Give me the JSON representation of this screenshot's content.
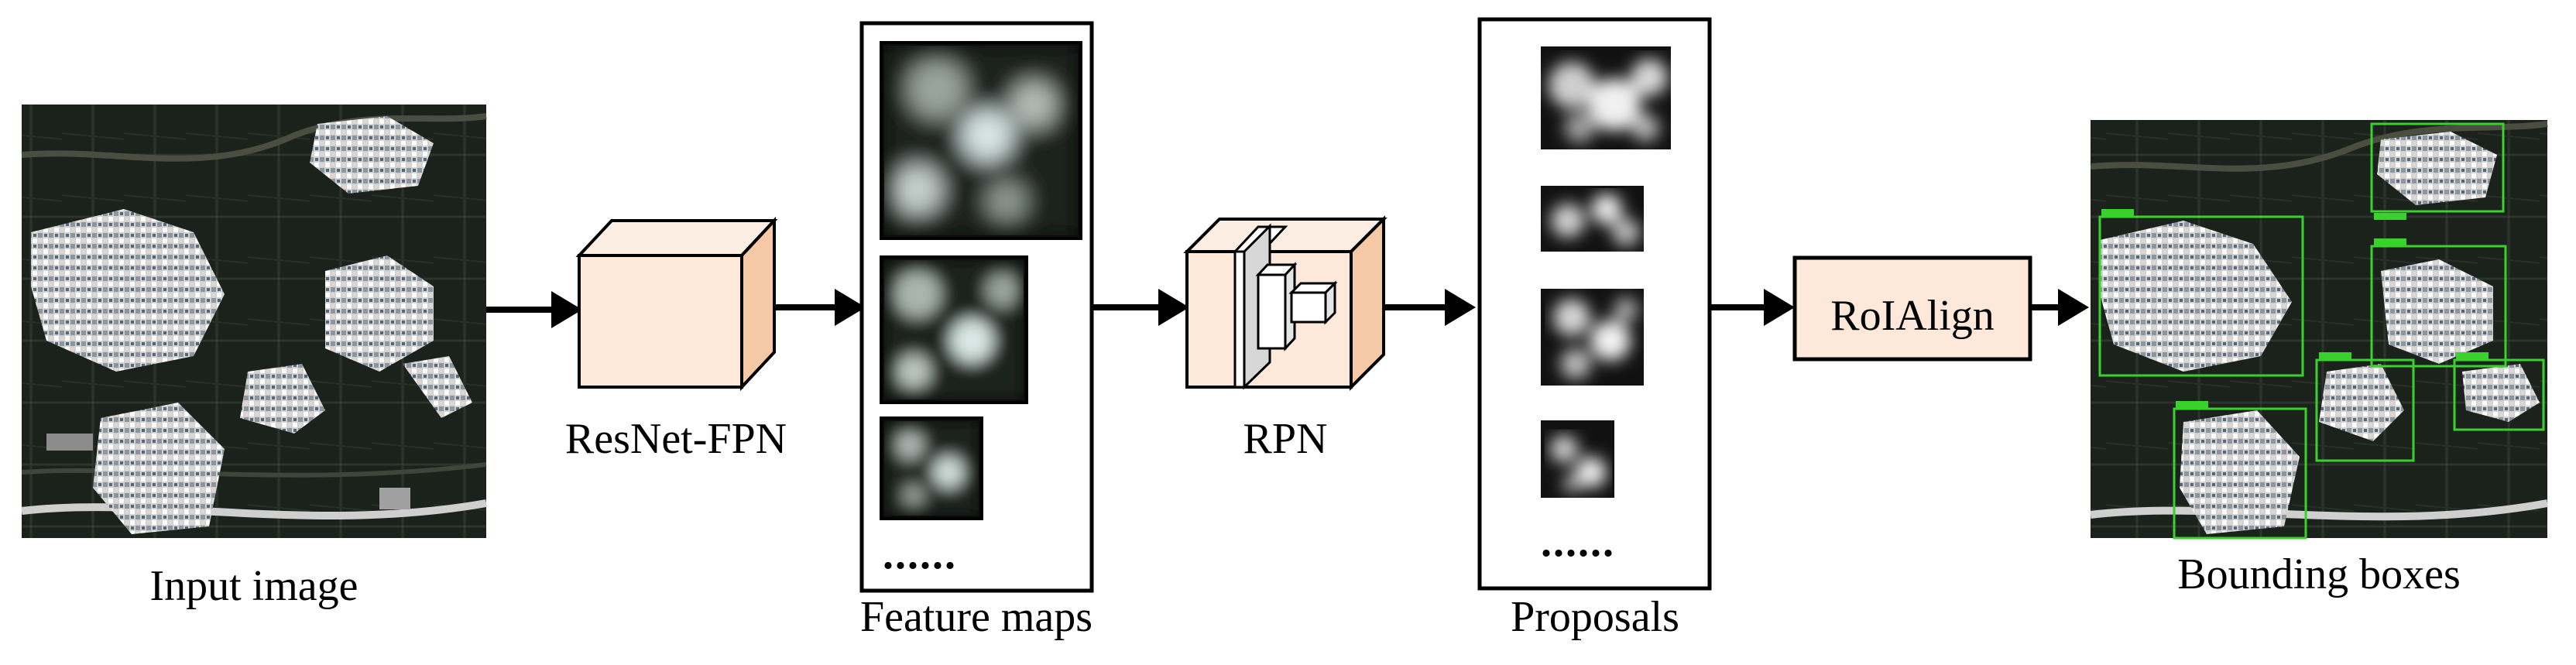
{
  "stages": {
    "input": {
      "label": "Input image"
    },
    "backbone": {
      "label": "ResNet-FPN"
    },
    "features": {
      "label": "Feature maps",
      "ellipsis": "......"
    },
    "rpn": {
      "label": "RPN"
    },
    "proposals": {
      "label": "Proposals",
      "ellipsis": "......"
    },
    "roi": {
      "label": "RoIAlign"
    },
    "output": {
      "label": "Bounding boxes"
    }
  },
  "colors": {
    "block_front": "#fde8d9",
    "block_top": "#fdeee4",
    "block_side": "#f6c9a6",
    "satellite_bg": "#1a2019",
    "detection_box": "#39d12b"
  }
}
